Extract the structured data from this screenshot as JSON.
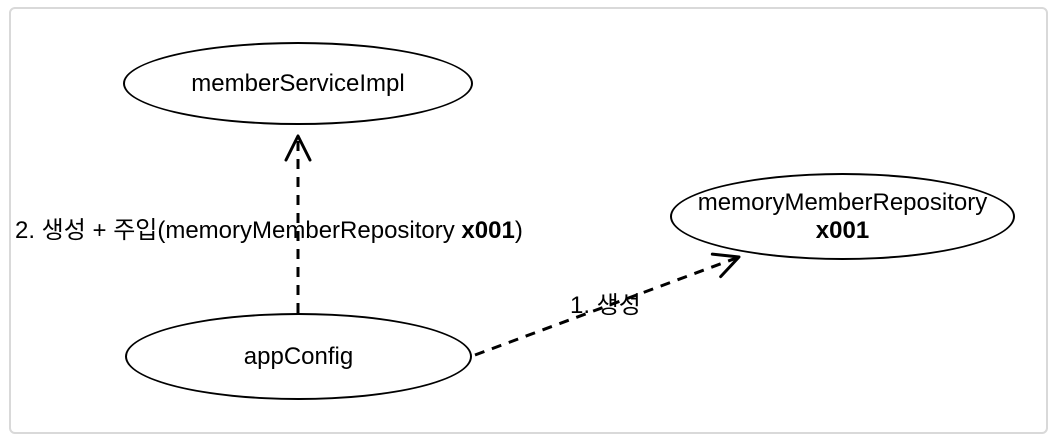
{
  "diagram": {
    "nodes": {
      "member_service": {
        "label": "memberServiceImpl"
      },
      "memory_repo": {
        "title": "memoryMemberRepository",
        "instance": "x001"
      },
      "app_config": {
        "label": "appConfig"
      }
    },
    "edges": {
      "inject": {
        "label_prefix": "2. 생성 + 주입(memoryMemberRepository ",
        "label_bold": "x001",
        "label_suffix": ")"
      },
      "create": {
        "label": "1. 생성"
      }
    },
    "colors": {
      "stroke": "#000000",
      "node_fill": "#ffffff",
      "frame_border": "#d9d9d9",
      "background": "#ffffff"
    }
  }
}
